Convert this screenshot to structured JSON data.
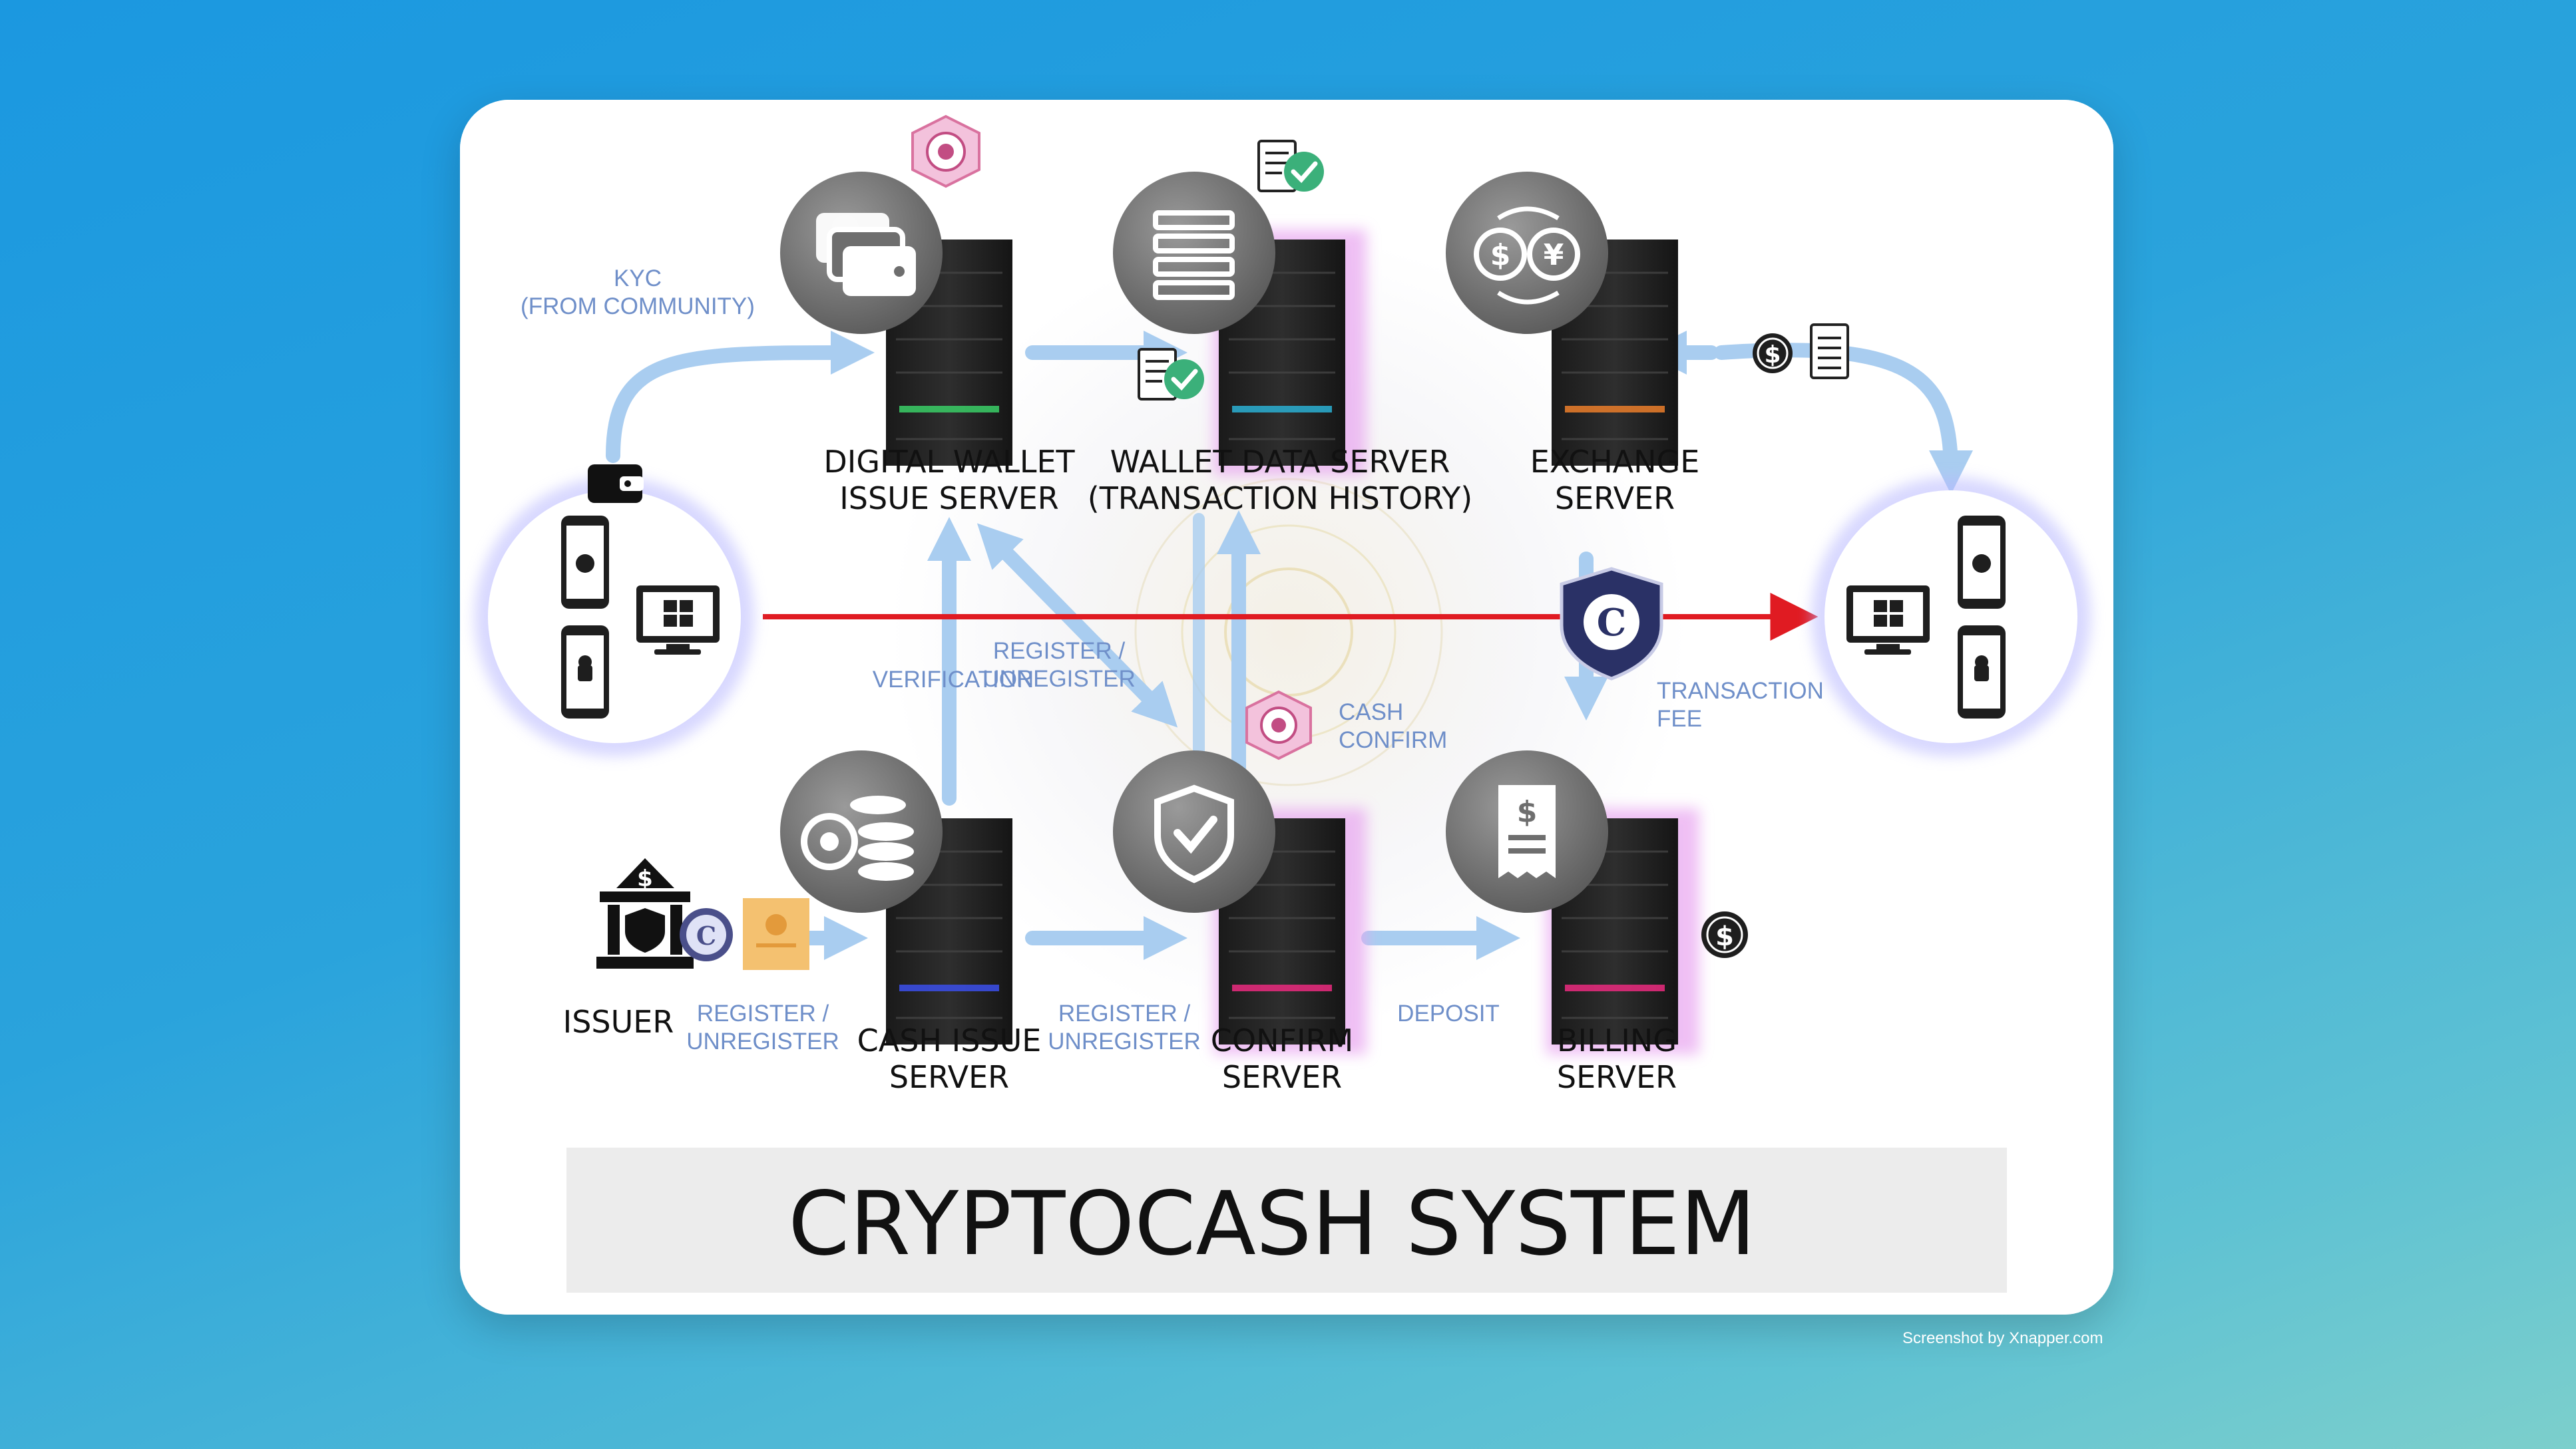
{
  "diagram": {
    "title": "CRYPTOCASH SYSTEM",
    "servers": {
      "digital_wallet": [
        "DIGITAL WALLET",
        "ISSUE SERVER"
      ],
      "wallet_data": [
        "WALLET DATA SERVER",
        "(TRANSACTION HISTORY)"
      ],
      "exchange": [
        "EXCHANGE",
        "SERVER"
      ],
      "cash_issue": [
        "CASH ISSUE",
        "SERVER"
      ],
      "confirm": [
        "CONFIRM",
        "SERVER"
      ],
      "billing": [
        "BILLING",
        "SERVER"
      ]
    },
    "issuer": "ISSUER",
    "flow_labels": {
      "kyc": [
        "KYC",
        "(FROM COMMUNITY)"
      ],
      "verification": "VERIFICATION",
      "register_center": [
        "REGISTER /",
        "UNREGISTER"
      ],
      "cash_confirm": [
        "CASH",
        "CONFIRM"
      ],
      "transaction_fee": [
        "TRANSACTION",
        "FEE"
      ],
      "register_issuer": [
        "REGISTER /",
        "UNREGISTER"
      ],
      "register_confirm": [
        "REGISTER /",
        "UNREGISTER"
      ],
      "deposit": "DEPOSIT"
    },
    "colors": {
      "flow_arrow": "#a9cdf0",
      "main_transfer_arrow": "#e01b22",
      "label_blue": "#6f8fc9",
      "server_glow": "#e8a4f0"
    }
  },
  "credit": "Screenshot by Xnapper.com"
}
